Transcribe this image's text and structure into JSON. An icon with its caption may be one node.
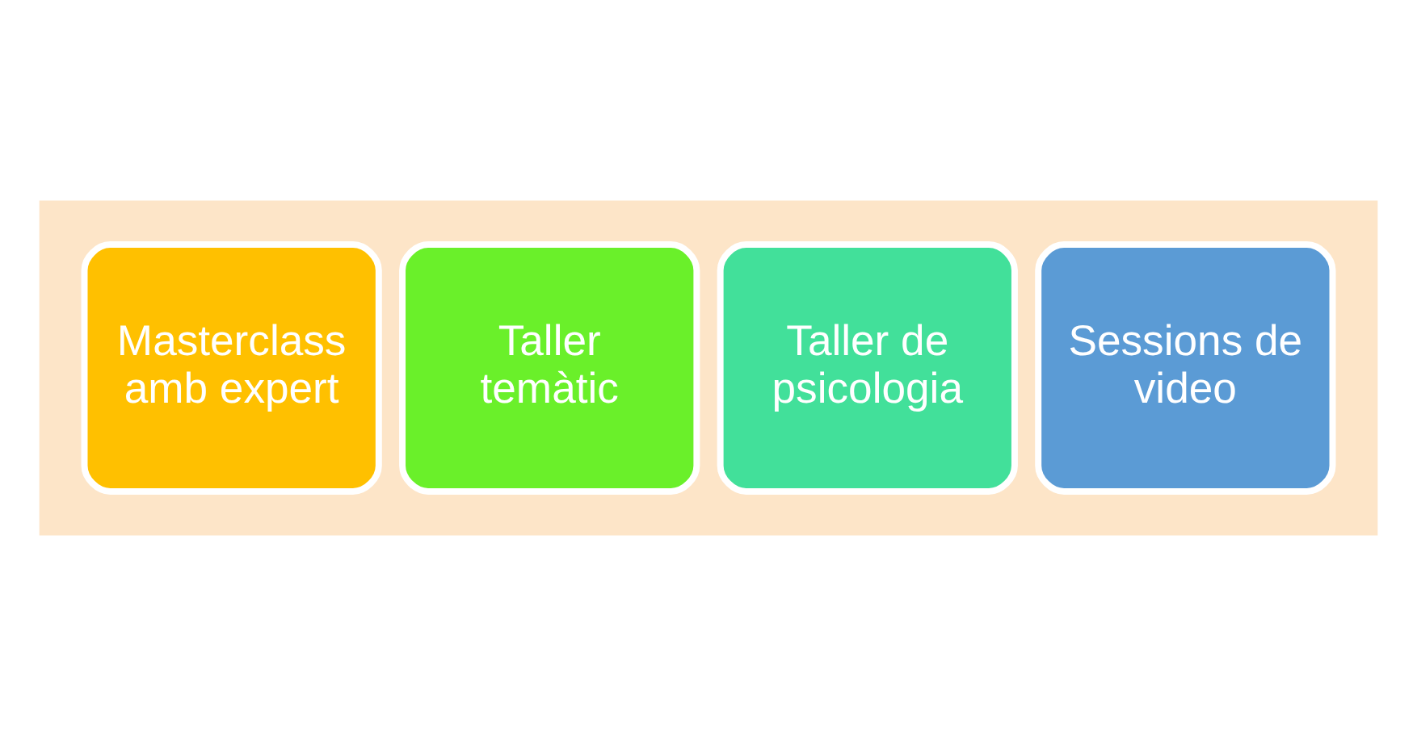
{
  "diagram": {
    "nodes": [
      {
        "text": [],
        "shape": "arrow"
      },
      {
        "text": [
          "Masterclass amb expert"
        ],
        "in": 0
      },
      {
        "text": [
          "Taller temàtic"
        ],
        "in": 0
      },
      {
        "text": [
          "Taller de psicologia"
        ],
        "in": 0
      },
      {
        "text": [
          "Sessions de video"
        ],
        "in": 0
      }
    ],
    "edges": []
  }
}
